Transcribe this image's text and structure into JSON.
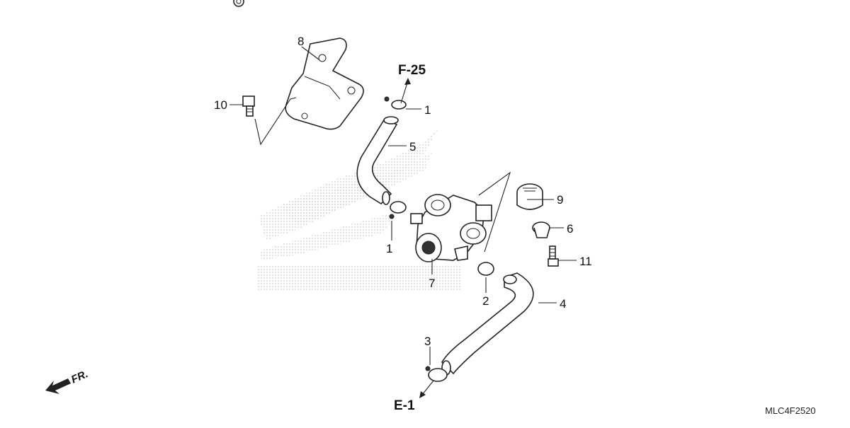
{
  "callouts": {
    "c1a": "1",
    "c1b": "1",
    "c2": "2",
    "c3": "3",
    "c4": "4",
    "c5": "5",
    "c6": "6",
    "c7": "7",
    "c8": "8",
    "c9": "9",
    "c10": "10",
    "c11": "11"
  },
  "refs": {
    "top": "F-25",
    "bottom": "E-1"
  },
  "direction_label": "FR.",
  "diagram_code": "MLC4F2520",
  "colors": {
    "line": "#222222",
    "watermark": "#b8b8b8",
    "background": "#ffffff"
  }
}
